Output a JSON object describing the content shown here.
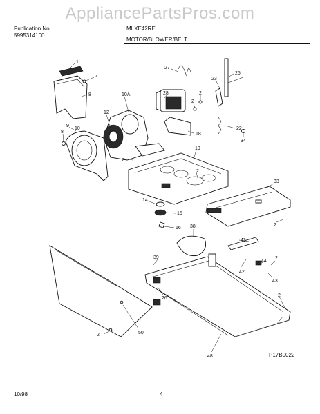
{
  "watermark": "AppliancePartsPros.com",
  "header": {
    "publication_label": "Publication No.",
    "publication_number": "5995314100",
    "model": "MLXE42RE",
    "section_title": "MOTOR/BLOWER/BELT"
  },
  "diagram_code": "P17B0022",
  "footer": {
    "date": "10/98",
    "page": "4"
  },
  "callouts": {
    "c1": "1",
    "c4": "4",
    "c8a": "8",
    "c10a": "10A",
    "c27": "27",
    "c25": "25",
    "c28": "28",
    "c23": "23",
    "c2a": "2",
    "c2b": "2",
    "c12": "12",
    "c9": "9",
    "c8b": "8",
    "c10": "10",
    "c2c": "2",
    "c18": "18",
    "c22": "22",
    "c34": "34",
    "c19": "19",
    "c2d": "2",
    "c33": "33",
    "c14": "14",
    "c15": "15",
    "c16": "16",
    "c38": "38",
    "c2e": "2",
    "c43a": "43",
    "c39": "39",
    "c42": "42",
    "c44": "44",
    "c2f": "2",
    "c43b": "43",
    "c26": "26",
    "c2g": "2",
    "c50": "50",
    "c48": "48",
    "c2h": "2"
  }
}
